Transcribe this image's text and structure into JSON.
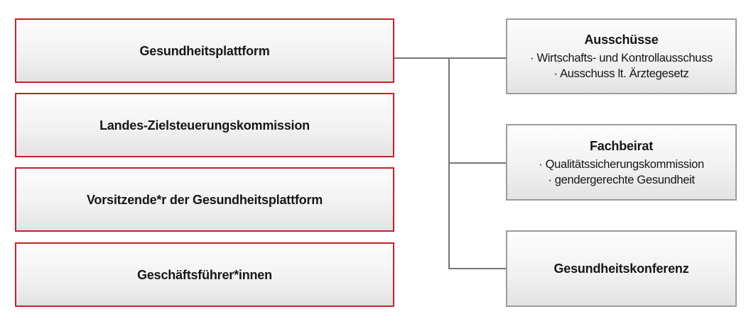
{
  "colors": {
    "left_box_border": "#c52228",
    "right_box_border": "#9c9c9c",
    "connector_line": "#757575",
    "text": "#161616",
    "box_gradient_top": "#fdfdfd",
    "box_gradient_bottom": "#e3e3e3",
    "background": "#ffffff"
  },
  "left_column": {
    "boxes": [
      {
        "label": "Gesundheitsplattform"
      },
      {
        "label": "Landes-Zielsteuerungskommission"
      },
      {
        "label": "Vorsitzende*r der Gesundheitsplattform"
      },
      {
        "label": "Geschäftsführer*innen"
      }
    ]
  },
  "right_column": {
    "boxes": [
      {
        "title": "Ausschüsse",
        "items": [
          "· Wirtschafts- und Kontrollausschuss",
          "· Ausschuss lt. Ärztegesetz"
        ]
      },
      {
        "title": "Fachbeirat",
        "items": [
          "· Qualitätssicherungskommission",
          "· gendergerechte Gesundheit"
        ]
      },
      {
        "title": "Gesundheitskonferenz",
        "items": []
      }
    ]
  }
}
